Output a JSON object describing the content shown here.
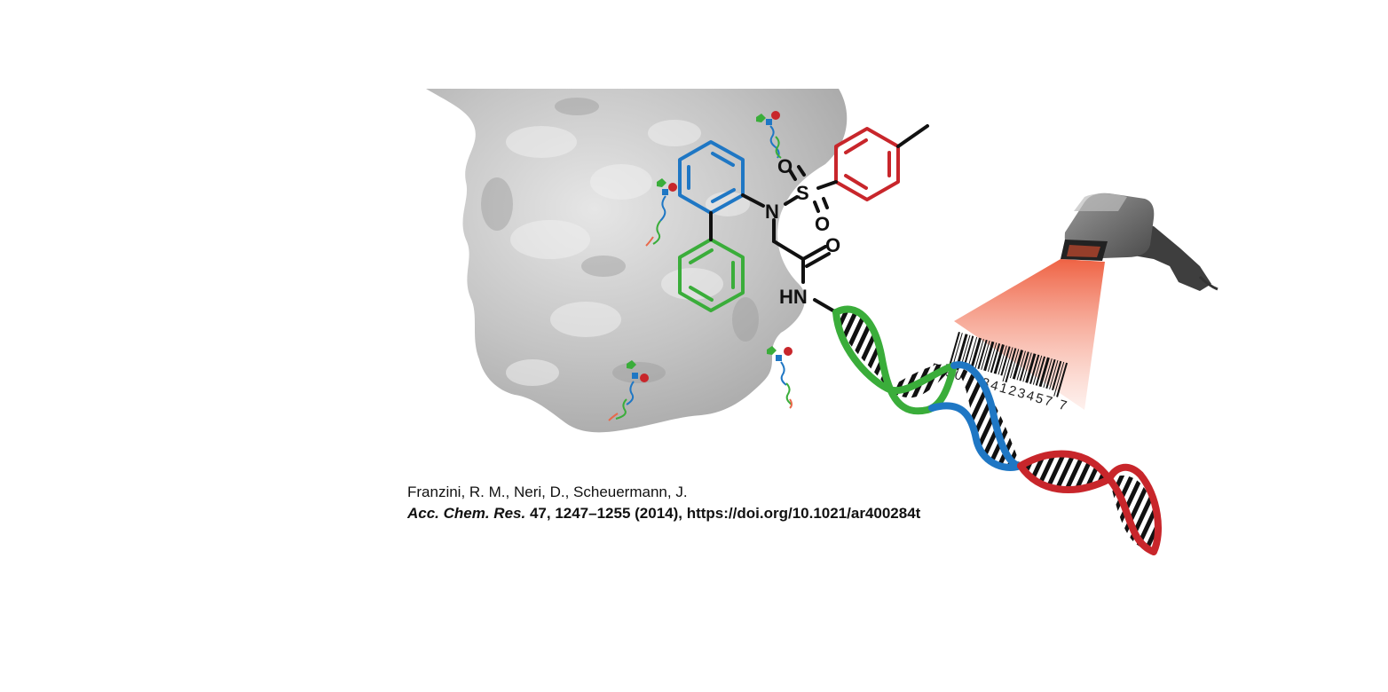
{
  "molecule": {
    "atoms": {
      "oxygen_top": "O",
      "sulfur": "S",
      "oxygen_bottom": "O",
      "nitrogen": "N",
      "oxygen_carbonyl": "O",
      "amide": "HN"
    },
    "ring_colors": {
      "biphenyl_top": "#1f77c4",
      "biphenyl_bottom": "#3aad3a",
      "tolyl": "#c8262b"
    }
  },
  "dna": {
    "segment_colors": [
      "#3aad3a",
      "#1f77c4",
      "#c8262b"
    ]
  },
  "barcode": {
    "digits": "5 901234123457 7",
    "beam_color": "#f26a4b"
  },
  "protein": {
    "surface_color": "#c8c8c8"
  },
  "scanner": {
    "icon": "barcode-scanner-icon"
  },
  "citation": {
    "authors": "Franzini, R. M., Neri, D., Scheuermann, J.",
    "journal": "Acc. Chem. Res.",
    "details": " 47, 1247–1255 (2014),  https://doi.org/10.1021/ar400284t"
  }
}
